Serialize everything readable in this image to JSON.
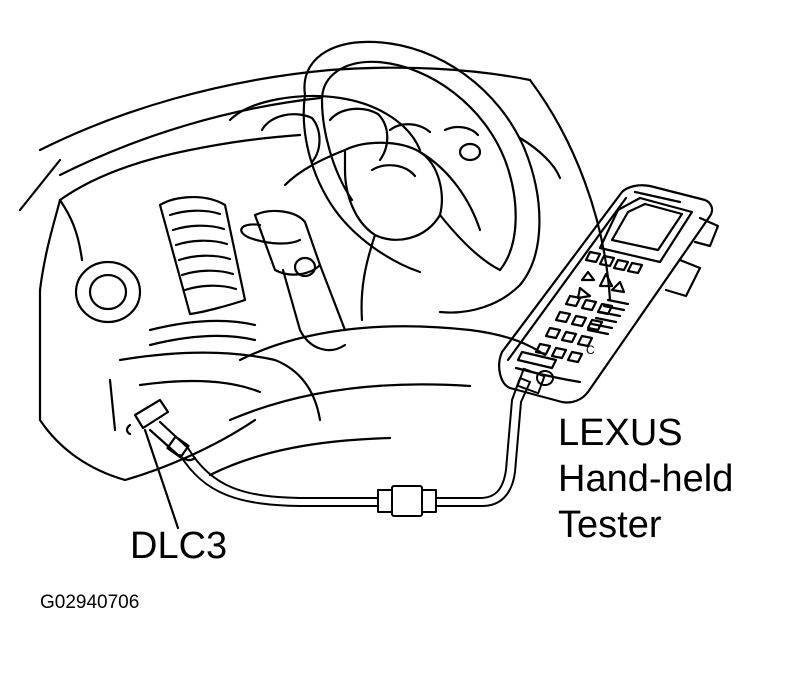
{
  "labels": {
    "tester_line1": "LEXUS",
    "tester_line2": "Hand-held",
    "tester_line3": "Tester",
    "connector": "DLC3",
    "figure_code": "G02940706"
  },
  "colors": {
    "ink": "#000000",
    "paper": "#ffffff"
  }
}
